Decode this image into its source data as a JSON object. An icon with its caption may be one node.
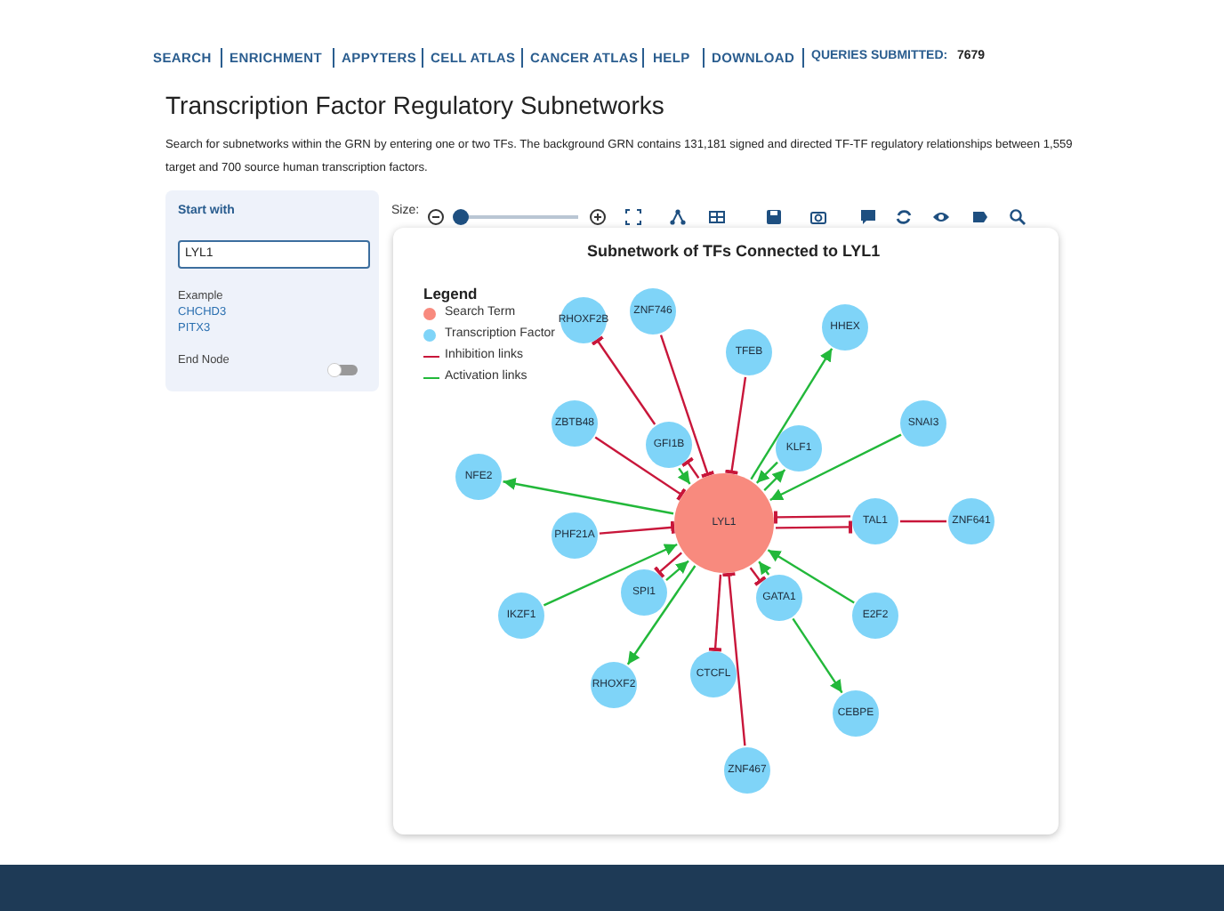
{
  "diagram": {
    "title": "Transcription Factor Regulatory Subnetworks",
    "nodes": [
      {
        "text": [
          "LYL1"
        ]
      },
      {
        "text": [
          "RHOXF2B"
        ]
      },
      {
        "text": [
          "ZNF746"
        ]
      },
      {
        "text": [
          "TFEB"
        ]
      },
      {
        "text": [
          "HHEX"
        ]
      },
      {
        "text": [
          "ZBTB48"
        ]
      },
      {
        "text": [
          "GFI1B"
        ]
      },
      {
        "text": [
          "KLF1"
        ]
      },
      {
        "text": [
          "SNAI3"
        ]
      },
      {
        "text": [
          "NFE2"
        ]
      },
      {
        "text": [
          "PHF21A"
        ]
      },
      {
        "text": [
          "TAL1"
        ]
      },
      {
        "text": [
          "ZNF641"
        ]
      },
      {
        "text": [
          "SPI1"
        ]
      },
      {
        "text": [
          "IKZF1"
        ]
      },
      {
        "text": [
          "GATA1"
        ]
      },
      {
        "text": [
          "E2F2"
        ]
      },
      {
        "text": [
          "RHOXF2"
        ]
      },
      {
        "text": [
          "CTCFL"
        ]
      },
      {
        "text": [
          "CEBPE"
        ]
      },
      {
        "text": [
          "ZNF467"
        ]
      }
    ],
    "edges": [
      {
        "from": 6,
        "to": 1,
        "arrow": "other",
        "color": "#c8163a"
      },
      {
        "from": 2,
        "to": 0,
        "arrow": "other",
        "color": "#c8163a"
      },
      {
        "from": 3,
        "to": 0,
        "arrow": "other",
        "color": "#c8163a"
      },
      {
        "from": 0,
        "to": 4,
        "arrow": "to",
        "color": "#22b83a"
      },
      {
        "from": 5,
        "to": 0,
        "arrow": "other",
        "color": "#c8163a"
      },
      {
        "from": 6,
        "to": 0,
        "arrow": "to",
        "color": "#22b83a"
      },
      {
        "from": 0,
        "to": 6,
        "arrow": "other",
        "color": "#c8163a"
      },
      {
        "from": 7,
        "to": 0,
        "arrow": "to",
        "color": "#22b83a"
      },
      {
        "from": 0,
        "to": 7,
        "arrow": "to",
        "color": "#22b83a"
      },
      {
        "from": 8,
        "to": 0,
        "arrow": "to",
        "color": "#22b83a"
      },
      {
        "from": 0,
        "to": 9,
        "arrow": "to",
        "color": "#22b83a"
      },
      {
        "from": 10,
        "to": 0,
        "arrow": "other",
        "color": "#c8163a"
      },
      {
        "from": 0,
        "to": 11,
        "arrow": "other",
        "color": "#c8163a"
      },
      {
        "from": 11,
        "to": 0,
        "arrow": "other",
        "color": "#c8163a"
      },
      {
        "from": 12,
        "to": 11,
        "arrow": "none",
        "color": "#c8163a"
      },
      {
        "from": 13,
        "to": 0,
        "arrow": "to",
        "color": "#22b83a"
      },
      {
        "from": 0,
        "to": 13,
        "arrow": "other",
        "color": "#c8163a"
      },
      {
        "from": 14,
        "to": 0,
        "arrow": "to",
        "color": "#22b83a"
      },
      {
        "from": 0,
        "to": 17,
        "arrow": "to",
        "color": "#22b83a"
      },
      {
        "from": 0,
        "to": 18,
        "arrow": "other",
        "color": "#c8163a"
      },
      {
        "from": 20,
        "to": 0,
        "arrow": "other",
        "color": "#c8163a"
      },
      {
        "from": 15,
        "to": 0,
        "arrow": "to",
        "color": "#22b83a"
      },
      {
        "from": 0,
        "to": 15,
        "arrow": "other",
        "color": "#c8163a"
      },
      {
        "from": 16,
        "to": 0,
        "arrow": "to",
        "color": "#22b83a"
      },
      {
        "from": 15,
        "to": 19,
        "arrow": "to",
        "color": "#22b83a"
      }
    ],
    "labels": [
      "SEARCH",
      "ENRICHMENT",
      "APPYTERS",
      "CELL ATLAS",
      "CANCER ATLAS",
      "HELP",
      "DOWNLOAD",
      "QUERIES SUBMITTED:",
      "7679",
      "Search for subnetworks within the GRN by entering one or two TFs. The background GRN contains 131,181 signed and directed TF-TF regulatory relationships between 1,559 target and 700 source human transcription factors.",
      "Start with",
      "LYL1",
      "Example",
      "CHCHD3",
      "PITX3",
      "End Node",
      "Size:",
      "Subnetwork of TFs Connected to LYL1",
      "Legend"
    ],
    "legend": [
      {
        "text": "Search Term",
        "color": "#f88a7e"
      },
      {
        "text": "Transcription Factor",
        "color": "#7fd4f8"
      },
      {
        "text": "Inhibition links"
      },
      {
        "text": "Activation links"
      }
    ]
  }
}
